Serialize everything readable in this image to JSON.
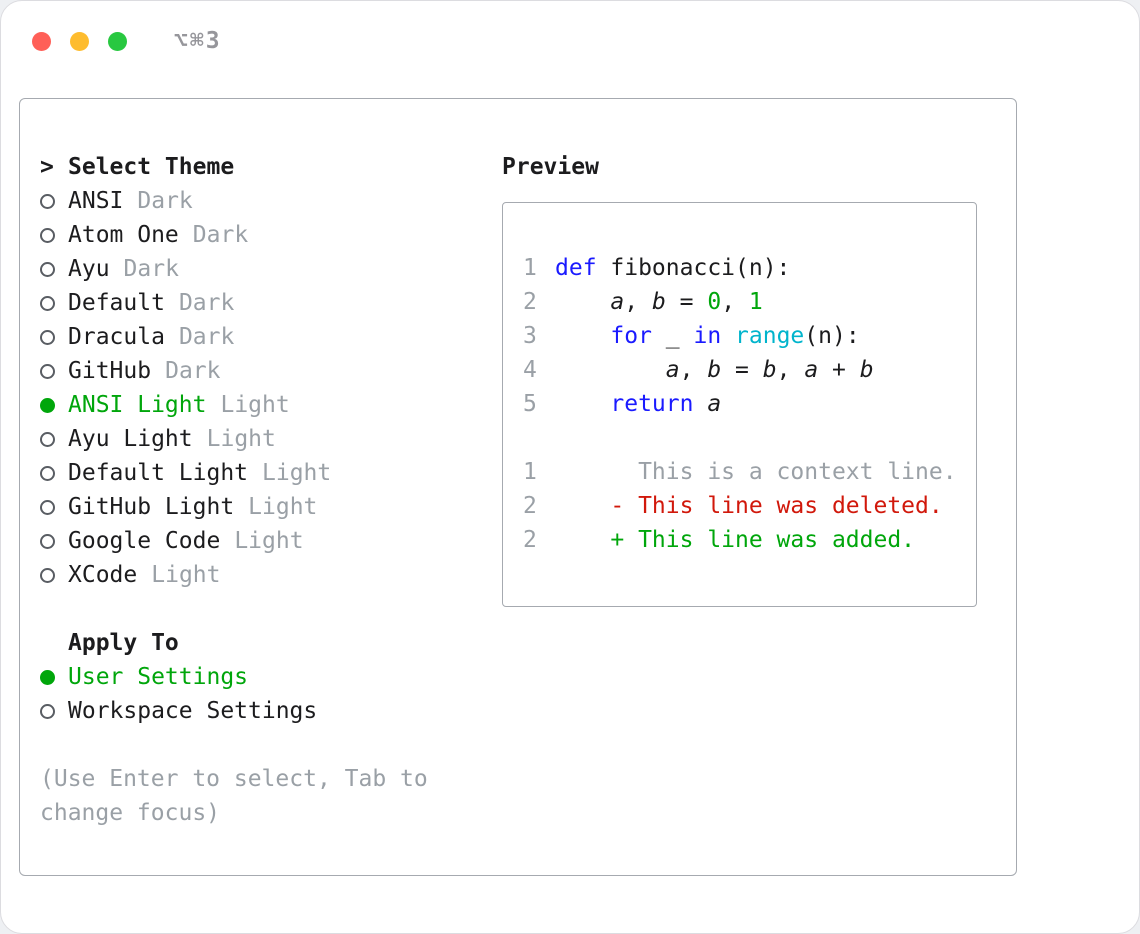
{
  "window": {
    "shortcut": "⌥⌘3"
  },
  "theme_selector": {
    "prompt": ">",
    "title": "Select Theme",
    "items": [
      {
        "label": "ANSI",
        "variant": "Dark",
        "selected": false
      },
      {
        "label": "Atom One",
        "variant": "Dark",
        "selected": false
      },
      {
        "label": "Ayu",
        "variant": "Dark",
        "selected": false
      },
      {
        "label": "Default",
        "variant": "Dark",
        "selected": false
      },
      {
        "label": "Dracula",
        "variant": "Dark",
        "selected": false
      },
      {
        "label": "GitHub",
        "variant": "Dark",
        "selected": false
      },
      {
        "label": "ANSI Light",
        "variant": "Light",
        "selected": true
      },
      {
        "label": "Ayu Light",
        "variant": "Light",
        "selected": false
      },
      {
        "label": "Default Light",
        "variant": "Light",
        "selected": false
      },
      {
        "label": "GitHub Light",
        "variant": "Light",
        "selected": false
      },
      {
        "label": "Google Code",
        "variant": "Light",
        "selected": false
      },
      {
        "label": "XCode",
        "variant": "Light",
        "selected": false
      }
    ]
  },
  "apply_to": {
    "title": "Apply To",
    "items": [
      {
        "label": "User Settings",
        "selected": true
      },
      {
        "label": "Workspace Settings",
        "selected": false
      }
    ]
  },
  "hint": "(Use Enter to select, Tab to change focus)",
  "preview": {
    "title": "Preview",
    "lines": [
      {
        "num": "1",
        "kind": "code",
        "tokens": [
          {
            "t": "def",
            "c": "kw"
          },
          {
            "t": " fibonacci(n):",
            "c": "plain"
          }
        ]
      },
      {
        "num": "2",
        "kind": "code",
        "tokens": [
          {
            "t": "    ",
            "c": "plain"
          },
          {
            "t": "a",
            "c": "var"
          },
          {
            "t": ", ",
            "c": "plain"
          },
          {
            "t": "b",
            "c": "var"
          },
          {
            "t": " = ",
            "c": "plain"
          },
          {
            "t": "0",
            "c": "num"
          },
          {
            "t": ", ",
            "c": "plain"
          },
          {
            "t": "1",
            "c": "num"
          }
        ]
      },
      {
        "num": "3",
        "kind": "code",
        "tokens": [
          {
            "t": "    ",
            "c": "plain"
          },
          {
            "t": "for",
            "c": "kw"
          },
          {
            "t": " _ ",
            "c": "plain"
          },
          {
            "t": "in",
            "c": "kw"
          },
          {
            "t": " ",
            "c": "plain"
          },
          {
            "t": "range",
            "c": "builtin"
          },
          {
            "t": "(n):",
            "c": "plain"
          }
        ]
      },
      {
        "num": "4",
        "kind": "code",
        "tokens": [
          {
            "t": "        ",
            "c": "plain"
          },
          {
            "t": "a",
            "c": "var"
          },
          {
            "t": ", ",
            "c": "plain"
          },
          {
            "t": "b",
            "c": "var"
          },
          {
            "t": " = ",
            "c": "plain"
          },
          {
            "t": "b",
            "c": "var"
          },
          {
            "t": ", ",
            "c": "plain"
          },
          {
            "t": "a",
            "c": "var"
          },
          {
            "t": " + ",
            "c": "plain"
          },
          {
            "t": "b",
            "c": "var"
          }
        ]
      },
      {
        "num": "5",
        "kind": "code",
        "tokens": [
          {
            "t": "    ",
            "c": "plain"
          },
          {
            "t": "return",
            "c": "kw"
          },
          {
            "t": " ",
            "c": "plain"
          },
          {
            "t": "a",
            "c": "var"
          }
        ]
      },
      {
        "num": "",
        "kind": "blank",
        "tokens": []
      },
      {
        "num": "1",
        "kind": "context",
        "tokens": [
          {
            "t": "      This is a context line.",
            "c": "ctx"
          }
        ]
      },
      {
        "num": "2",
        "kind": "deleted",
        "tokens": [
          {
            "t": "    - This line was deleted.",
            "c": "del"
          }
        ]
      },
      {
        "num": "2",
        "kind": "added",
        "tokens": [
          {
            "t": "    + This line was added.",
            "c": "add"
          }
        ]
      }
    ]
  },
  "colors": {
    "accent_green": "#00a60b",
    "keyword_blue": "#1a1aff",
    "builtin_cyan": "#00b4cc",
    "deleted_red": "#d1180b",
    "muted_gray": "#9aa0a6",
    "text": "#1c1c1e",
    "traffic_red": "#ff5f57",
    "traffic_yellow": "#febc2e",
    "traffic_green": "#28c840"
  }
}
